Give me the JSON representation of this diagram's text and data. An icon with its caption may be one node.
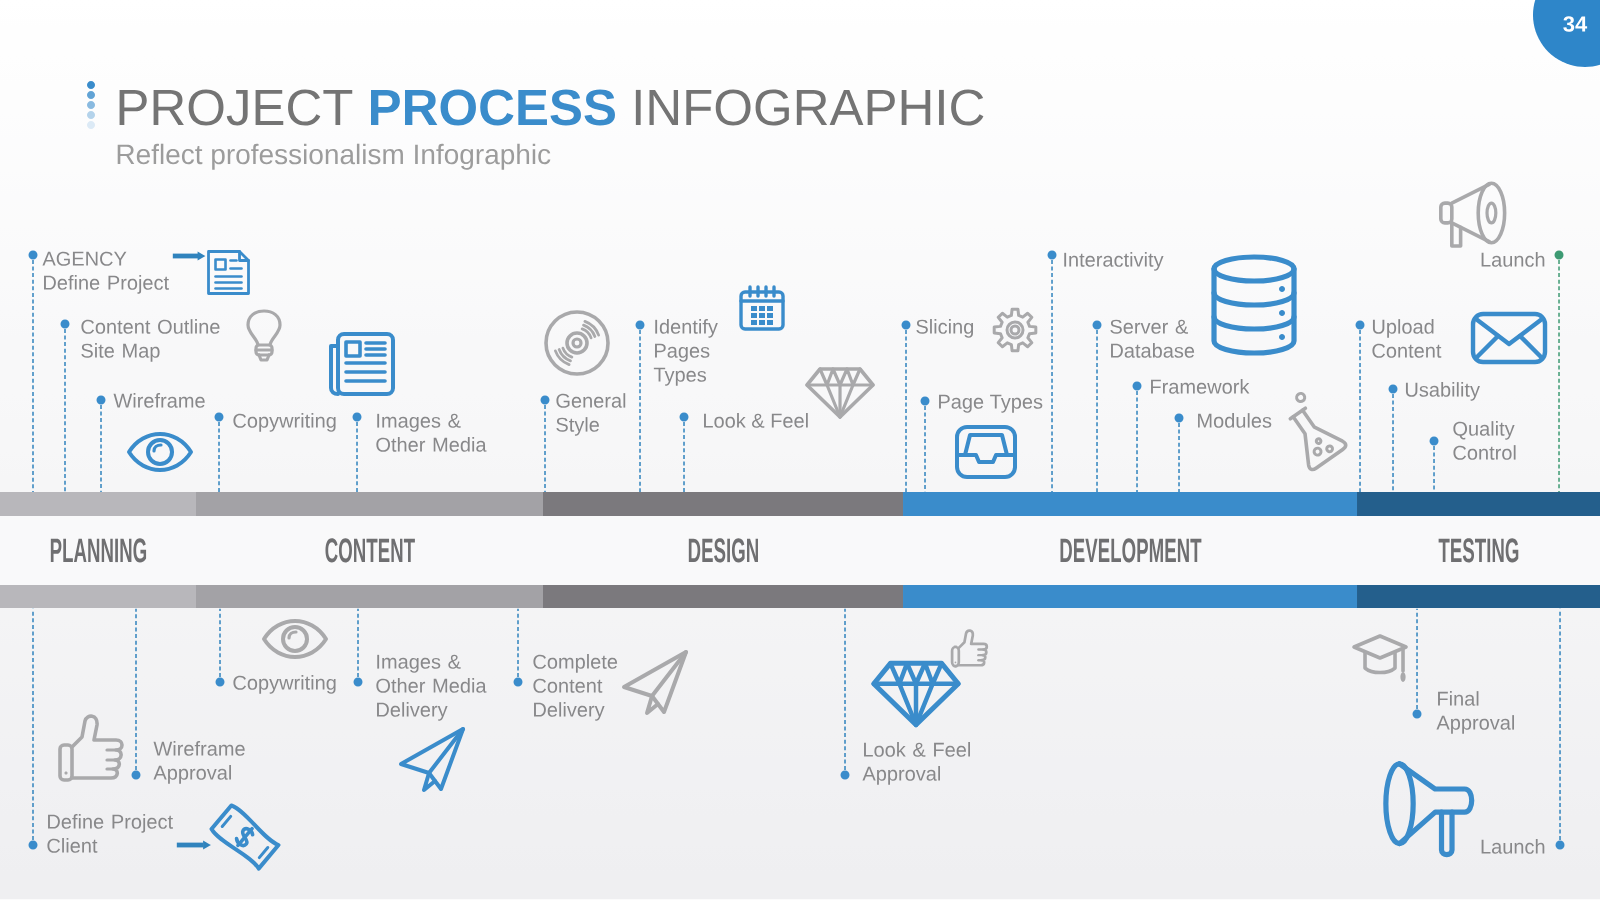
{
  "diagram": {
    "title": "PROJECT **PROCESS** INFOGRAPHIC",
    "nodes": [
      {
        "text": [],
        "shape": "circle"
      },
      {
        "text": [
          "AGENCY Define Project"
        ]
      },
      {
        "text": [],
        "shape": "picture"
      },
      {
        "text": [],
        "shape": "circle",
        "beside": [
          "Content Outline Site Map"
        ]
      },
      {
        "text": [],
        "shape": "circle",
        "beside": [
          "Wireframe"
        ]
      },
      {
        "text": [],
        "shape": "circle",
        "beside": [
          "Copywriting"
        ]
      },
      {
        "text": [],
        "shape": "circle",
        "beside": [
          "Images & Other Media"
        ]
      },
      {
        "text": [],
        "shape": "circle",
        "beside": [
          "General Style"
        ]
      },
      {
        "text": [],
        "shape": "circle",
        "beside": [
          "Identify Pages Types"
        ]
      },
      {
        "text": [],
        "shape": "circle",
        "beside": [
          "Look & Feel"
        ]
      },
      {
        "text": [],
        "shape": "circle",
        "beside": [
          "Slicing"
        ]
      },
      {
        "text": [],
        "shape": "circle",
        "beside": [
          "Page Types"
        ]
      },
      {
        "text": [],
        "shape": "circle",
        "beside": [
          "Interactivity"
        ]
      },
      {
        "text": [],
        "shape": "circle",
        "beside": [
          "Server & Database"
        ]
      },
      {
        "text": [],
        "shape": "circle",
        "beside": [
          "Framework"
        ]
      },
      {
        "text": [],
        "shape": "circle",
        "beside": [
          "Modules"
        ]
      },
      {
        "text": [],
        "shape": "circle",
        "beside": [
          "Upload Content"
        ]
      },
      {
        "text": [],
        "shape": "circle",
        "beside": [
          "Usability"
        ]
      },
      {
        "text": [],
        "shape": "circle",
        "beside": [
          "Quality Control"
        ]
      },
      {
        "text": [],
        "shape": "circle",
        "beside": [
          "Launch"
        ]
      },
      {
        "text": [
          "PLANNING"
        ]
      },
      {
        "text": [
          "CONTENT"
        ]
      },
      {
        "text": [
          "DESIGN"
        ]
      },
      {
        "text": [
          "DEVELOPMENT"
        ]
      },
      {
        "text": [
          "TESTING"
        ]
      },
      {
        "text": [],
        "shape": "circle"
      },
      {
        "text": [
          "Define Project Client"
        ]
      },
      {
        "text": [],
        "shape": "picture"
      },
      {
        "text": [],
        "shape": "circle",
        "beside": [
          "Wireframe Approval"
        ]
      },
      {
        "text": [],
        "shape": "circle",
        "beside": [
          "Copywriting"
        ]
      },
      {
        "text": [],
        "shape": "circle",
        "beside": [
          "Images & Other Media Delivery"
        ]
      },
      {
        "text": [],
        "shape": "circle",
        "beside": [
          "Complete Content Delivery"
        ]
      },
      {
        "text": [],
        "shape": "circle",
        "beside": [
          "Look & Feel Approval"
        ]
      },
      {
        "text": [],
        "shape": "circle",
        "beside": [
          "Final Approval"
        ]
      },
      {
        "text": [],
        "shape": "circle",
        "beside": [
          "Launch"
        ]
      }
    ],
    "edges": [
      {
        "from": 1,
        "to": 2,
        "arrow": "to",
        "style": "thick"
      },
      {
        "from": 0,
        "to": 20,
        "arrow": "none",
        "style": "dashed"
      },
      {
        "from": 3,
        "to": 20,
        "arrow": "none",
        "style": "dashed"
      },
      {
        "from": 4,
        "to": 20,
        "arrow": "none",
        "style": "dashed"
      },
      {
        "from": 5,
        "to": 21,
        "arrow": "none",
        "style": "dashed"
      },
      {
        "from": 6,
        "to": 21,
        "arrow": "none",
        "style": "dashed"
      },
      {
        "from": 7,
        "to": 22,
        "arrow": "none",
        "style": "dashed"
      },
      {
        "from": 8,
        "to": 22,
        "arrow": "none",
        "style": "dashed"
      },
      {
        "from": 9,
        "to": 22,
        "arrow": "none",
        "style": "dashed"
      },
      {
        "from": 10,
        "to": 23,
        "arrow": "none",
        "style": "dashed"
      },
      {
        "from": 11,
        "to": 23,
        "arrow": "none",
        "style": "dashed"
      },
      {
        "from": 12,
        "to": 23,
        "arrow": "none",
        "style": "dashed"
      },
      {
        "from": 13,
        "to": 23,
        "arrow": "none",
        "style": "dashed"
      },
      {
        "from": 14,
        "to": 23,
        "arrow": "none",
        "style": "dashed"
      },
      {
        "from": 15,
        "to": 23,
        "arrow": "none",
        "style": "dashed"
      },
      {
        "from": 16,
        "to": 24,
        "arrow": "none",
        "style": "dashed"
      },
      {
        "from": 17,
        "to": 24,
        "arrow": "none",
        "style": "dashed"
      },
      {
        "from": 18,
        "to": 24,
        "arrow": "none",
        "style": "dashed"
      },
      {
        "from": 19,
        "to": 24,
        "arrow": "none",
        "style": "dashed",
        "color": "#3d9a73"
      },
      {
        "from": 25,
        "to": 20,
        "arrow": "none",
        "style": "dashed"
      },
      {
        "from": 26,
        "to": 27,
        "arrow": "to",
        "style": "thick"
      },
      {
        "from": 28,
        "to": 20,
        "arrow": "none",
        "style": "dashed"
      },
      {
        "from": 29,
        "to": 21,
        "arrow": "none",
        "style": "dashed"
      },
      {
        "from": 30,
        "to": 21,
        "arrow": "none",
        "style": "dashed"
      },
      {
        "from": 31,
        "to": 21,
        "arrow": "none",
        "style": "dashed"
      },
      {
        "from": 32,
        "to": 22,
        "arrow": "none",
        "style": "dashed"
      },
      {
        "from": 33,
        "to": 24,
        "arrow": "none",
        "style": "dashed"
      },
      {
        "from": 34,
        "to": 24,
        "arrow": "none",
        "style": "dashed"
      }
    ],
    "labels": [
      "Reflect professionalism Infographic",
      "34"
    ]
  }
}
